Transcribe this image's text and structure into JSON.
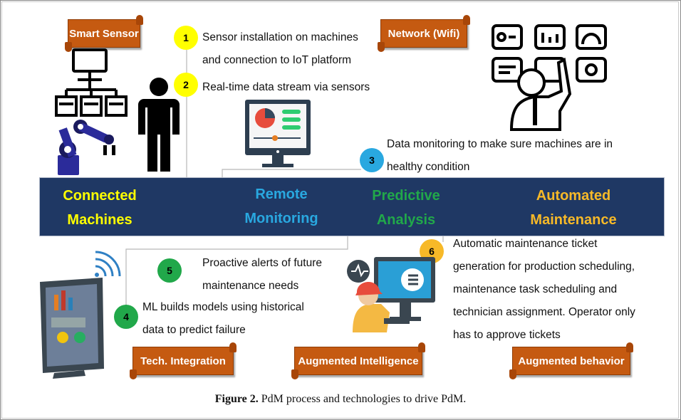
{
  "tags": {
    "smart_sensor": "Smart Sensor",
    "network": "Network (Wifi)",
    "tech_integration": "Tech. Integration",
    "augmented_intelligence": "Augmented Intelligence",
    "augmented_behavior": "Augmented behavior"
  },
  "steps": [
    {
      "num": "1",
      "color": "#ffff00",
      "lines": [
        "Sensor installation on machines",
        "and connection to IoT platform"
      ]
    },
    {
      "num": "2",
      "color": "#ffff00",
      "lines": [
        "Real-time data stream via sensors"
      ]
    },
    {
      "num": "3",
      "color": "#29a8e0",
      "lines": [
        "Data monitoring to make sure machines are in",
        "healthy condition"
      ]
    },
    {
      "num": "4",
      "color": "#21a84a",
      "lines": [
        "ML builds models using historical",
        "data to predict failure"
      ]
    },
    {
      "num": "5",
      "color": "#21a84a",
      "lines": [
        "Proactive alerts of future",
        "maintenance needs"
      ]
    },
    {
      "num": "6",
      "color": "#f7b928",
      "lines": [
        "Automatic maintenance ticket",
        "generation for production scheduling,",
        "maintenance task scheduling and",
        "technician assignment. Operator only",
        "has to approve tickets"
      ]
    }
  ],
  "stages": [
    {
      "lines": [
        "Connected",
        "Machines"
      ],
      "color": "#ffff00"
    },
    {
      "lines": [
        "Remote",
        "Monitoring"
      ],
      "color": "#29a8e0"
    },
    {
      "lines": [
        "Predictive",
        "Analysis"
      ],
      "color": "#21a84a"
    },
    {
      "lines": [
        "Automated",
        "Maintenance"
      ],
      "color": "#f7b928"
    }
  ],
  "caption": {
    "label": "Figure 2.",
    "text": "PdM process and technologies to drive PdM."
  },
  "icons": [
    "robot-arm-computer-icon",
    "person-icon",
    "dashboard-monitor-icon",
    "touchscreen-person-icon",
    "wifi-tablet-icon",
    "technician-monitor-icon"
  ]
}
